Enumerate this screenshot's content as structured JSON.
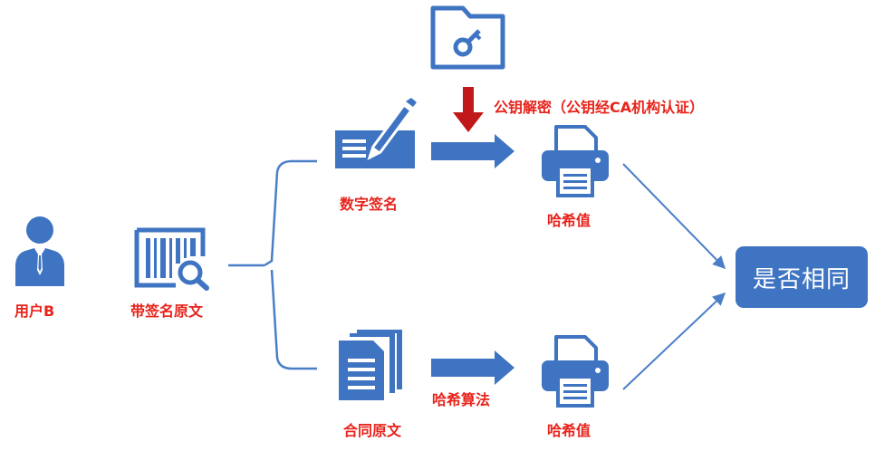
{
  "nodes": {
    "user": "用户B",
    "signed_original": "带签名原文",
    "digital_signature": "数字签名",
    "contract_original": "合同原文",
    "hash_top": "哈希值",
    "hash_bottom": "哈希值",
    "result": "是否相同"
  },
  "edges": {
    "public_key_decrypt": "公钥解密（公钥经CA机构认证）",
    "hash_algorithm": "哈希算法"
  },
  "colors": {
    "icon_blue": "#3f74c2",
    "label_red": "#e8231b",
    "key_arrow": "#c0181b"
  }
}
